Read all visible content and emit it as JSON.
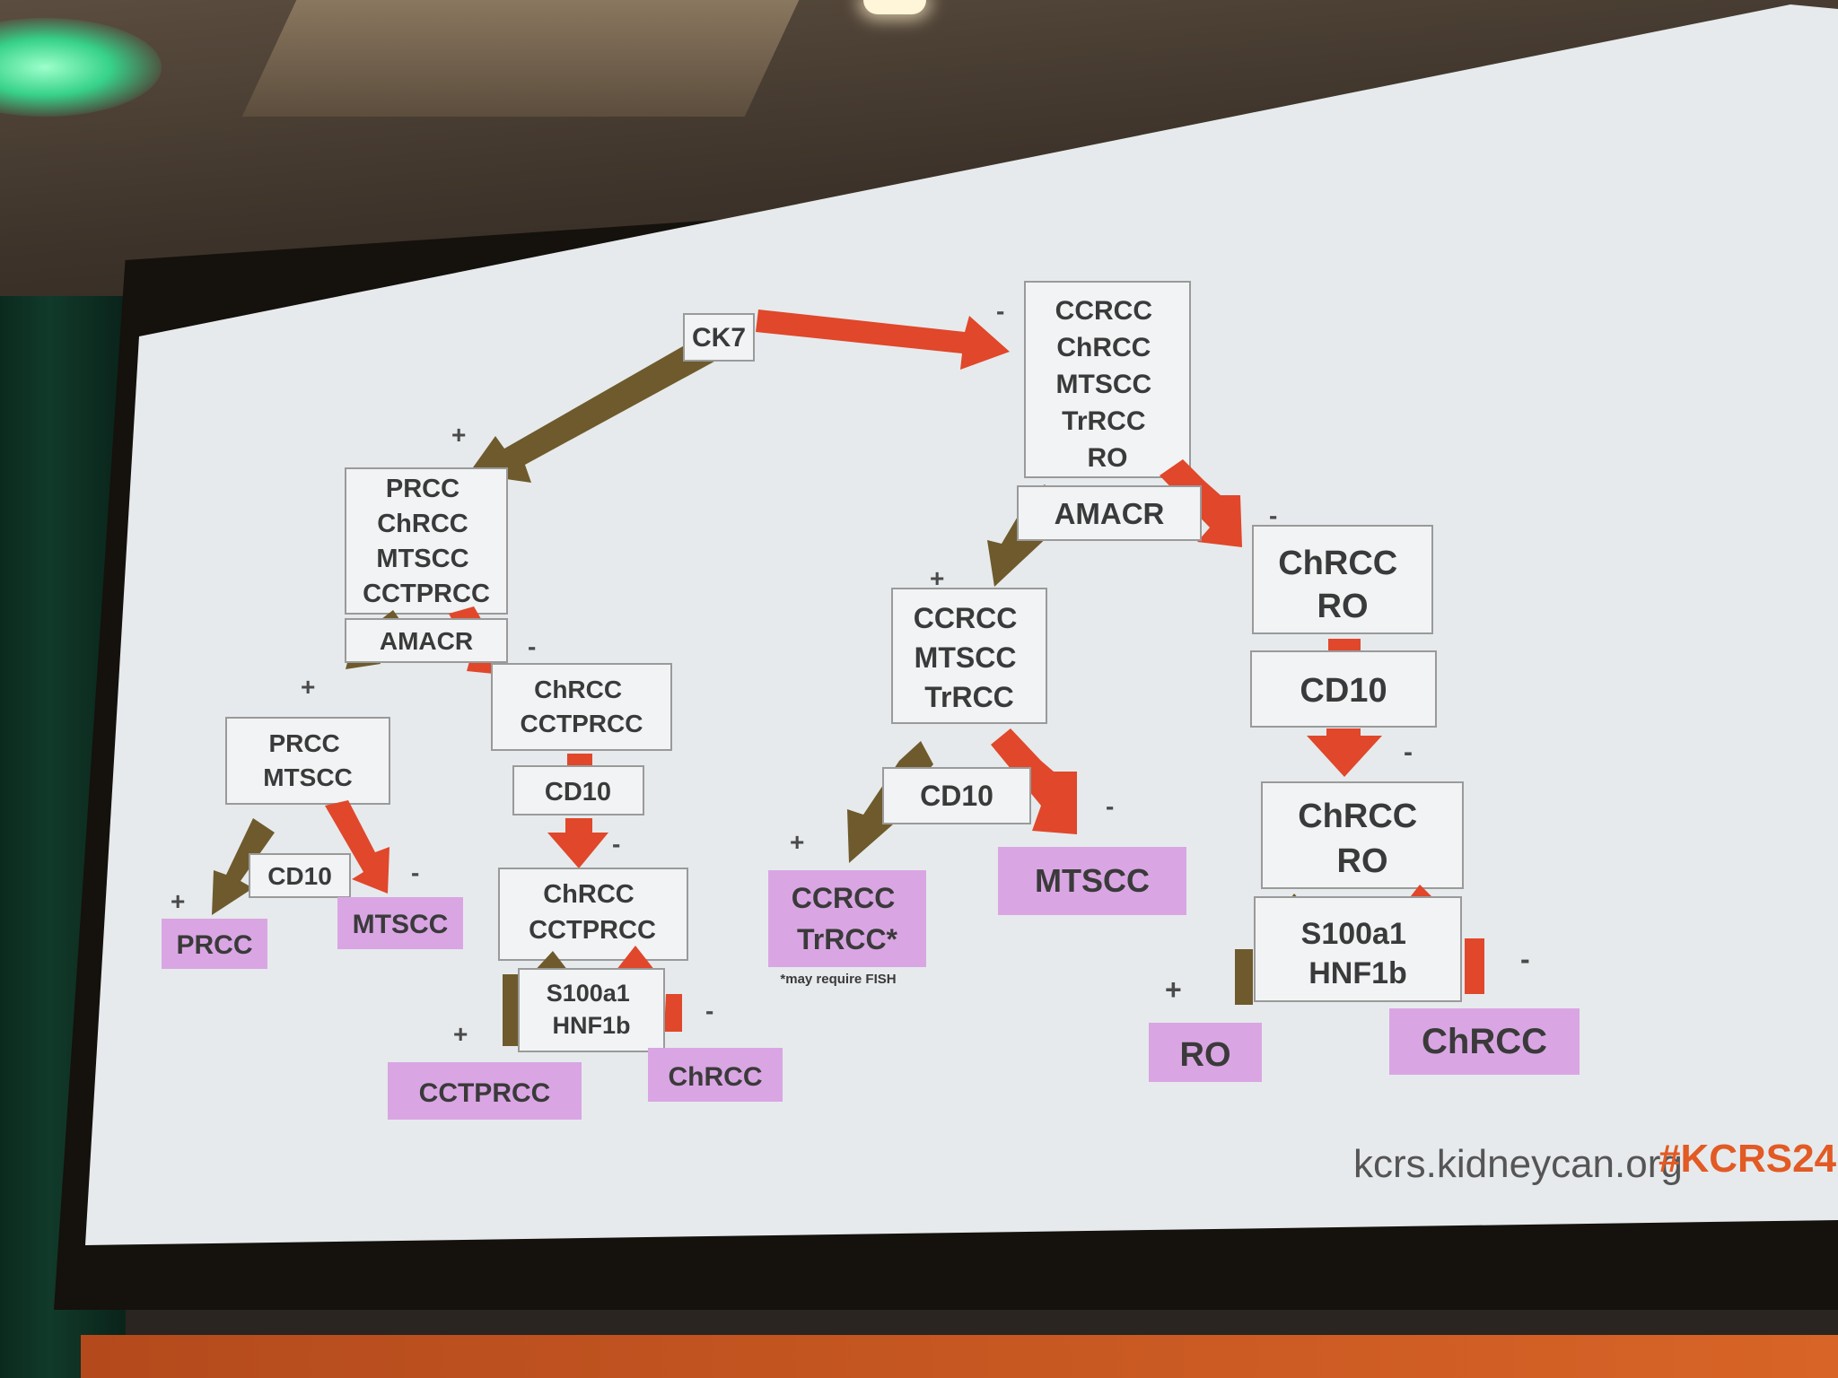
{
  "root": {
    "label": "CK7"
  },
  "signs": {
    "plus": "+",
    "minus": "-"
  },
  "left": {
    "group": [
      "PRCC",
      "ChRCC",
      "MTSCC",
      "CCTPRCC"
    ],
    "marker": "AMACR",
    "pos_group": [
      "PRCC",
      "MTSCC"
    ],
    "pos_marker": "CD10",
    "pos_pos_result": "PRCC",
    "pos_neg_result": "MTSCC",
    "neg_group": [
      "ChRCC",
      "CCTPRCC"
    ],
    "neg_marker": "CD10",
    "neg_neg_group": [
      "ChRCC",
      "CCTPRCC"
    ],
    "neg_neg_marker": [
      "S100a1",
      "HNF1b"
    ],
    "neg_neg_pos_result": "CCTPRCC",
    "neg_neg_neg_result": "ChRCC"
  },
  "right": {
    "group": [
      "CCRCC",
      "ChRCC",
      "MTSCC",
      "TrRCC",
      "RO"
    ],
    "marker": "AMACR",
    "pos_group": [
      "CCRCC",
      "MTSCC",
      "TrRCC"
    ],
    "pos_marker": "CD10",
    "pos_pos_result": [
      "CCRCC",
      "TrRCC*"
    ],
    "pos_pos_note": "*may require FISH",
    "pos_neg_result": "MTSCC",
    "neg_group": [
      "ChRCC",
      "RO"
    ],
    "neg_marker": "CD10",
    "neg_neg_group": [
      "ChRCC",
      "RO"
    ],
    "neg_neg_marker": [
      "S100a1",
      "HNF1b"
    ],
    "neg_neg_pos_result": "RO",
    "neg_neg_neg_result": "ChRCC"
  },
  "footer": {
    "url": "kcrs.kidneycan.org",
    "tag": "#KCRS24"
  },
  "colors": {
    "positive_arrow": "#6e5a2c",
    "negative_arrow": "#e0472b",
    "result_fill": "#d9a6e3",
    "footer_tag": "#e25a24"
  }
}
